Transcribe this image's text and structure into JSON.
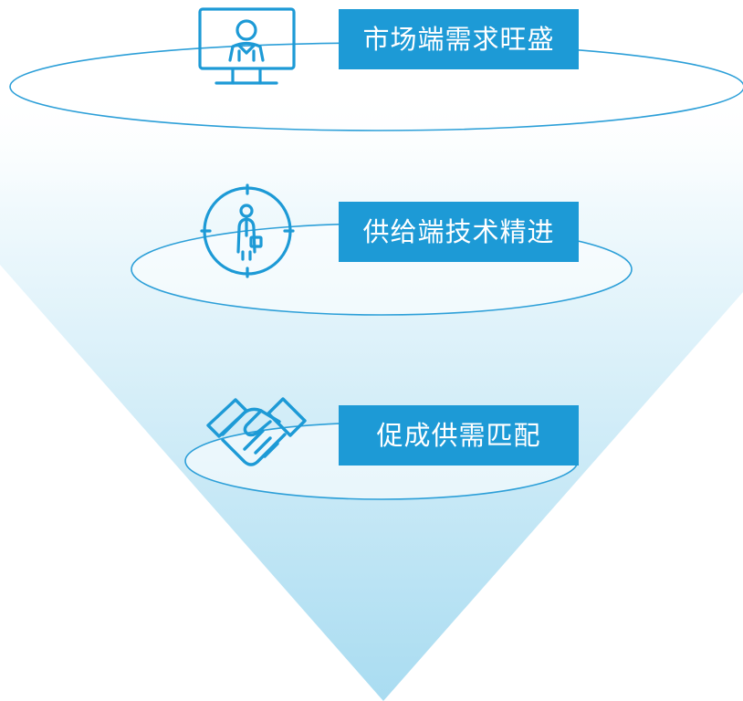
{
  "colors": {
    "accent": "#1d9ad6",
    "funnel_top": "#ffffff",
    "funnel_bottom": "#a9dcf1",
    "ring_stroke": "#2c9fd8"
  },
  "levels": [
    {
      "icon": "monitor-person-icon",
      "label": "市场端需求旺盛"
    },
    {
      "icon": "target-businessman-icon",
      "label": "供给端技术精进"
    },
    {
      "icon": "handshake-icon",
      "label": "促成供需匹配"
    }
  ]
}
